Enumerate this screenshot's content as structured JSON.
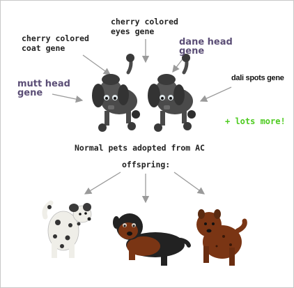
{
  "labels": {
    "eyes_gene": "cherry colored\neyes gene",
    "coat_gene": "cherry colored\ncoat gene",
    "dane_head_gene": "dane head\ngene",
    "mutt_head_gene": "mutt head\ngene",
    "dali_spots_gene": "dali spots gene",
    "lots_more": "+ lots more!",
    "normal_pets": "Normal pets adopted from AC",
    "offspring": "offspring:"
  },
  "colors": {
    "arrow": "#9a9a9a",
    "accent_purple": "#5b4e76",
    "accent_green": "#4ecb20",
    "parent_fur": "#4a4a4a",
    "offspring_white": "#f0efea",
    "offspring_brown": "#7a3514",
    "offspring_black": "#222222"
  },
  "icons": [
    "parent-poodle-left",
    "parent-poodle-right",
    "offspring-dalmatian",
    "offspring-mutt-black-brown",
    "offspring-brown-dog"
  ]
}
